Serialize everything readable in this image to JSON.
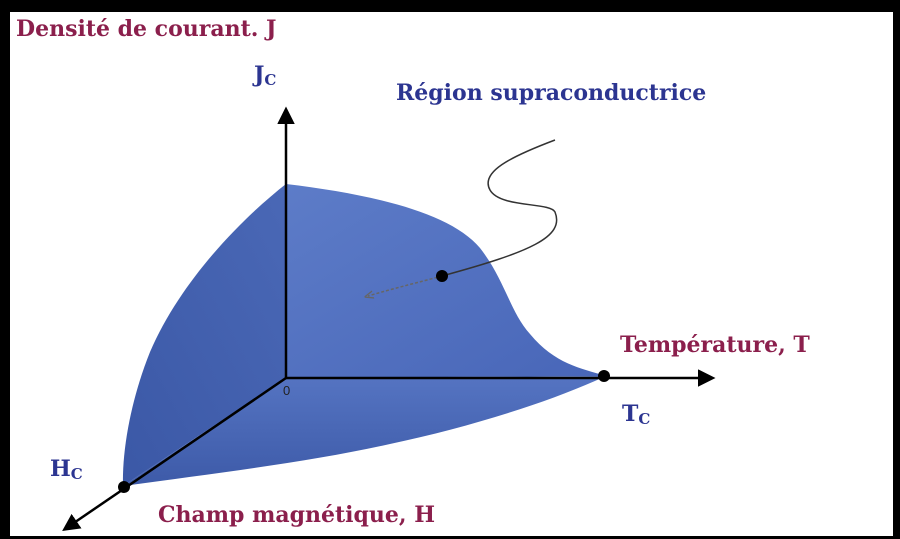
{
  "diagram": {
    "title": "Densité de courant. J",
    "region_label": "Région supraconductrice",
    "axis_j": {
      "symbol": "J",
      "subscript": "C"
    },
    "axis_t": {
      "label": "Température, T",
      "critical_symbol": "T",
      "critical_subscript": "C"
    },
    "axis_h": {
      "label": "Champ magnétique, H",
      "critical_symbol": "H",
      "critical_subscript": "C"
    },
    "origin_label": "0",
    "colors": {
      "surface": "#4f6fbf",
      "surface_dark": "#3e5cab",
      "label_red": "#8b1f4c",
      "label_blue": "#2c3591",
      "axis": "#000000"
    }
  }
}
